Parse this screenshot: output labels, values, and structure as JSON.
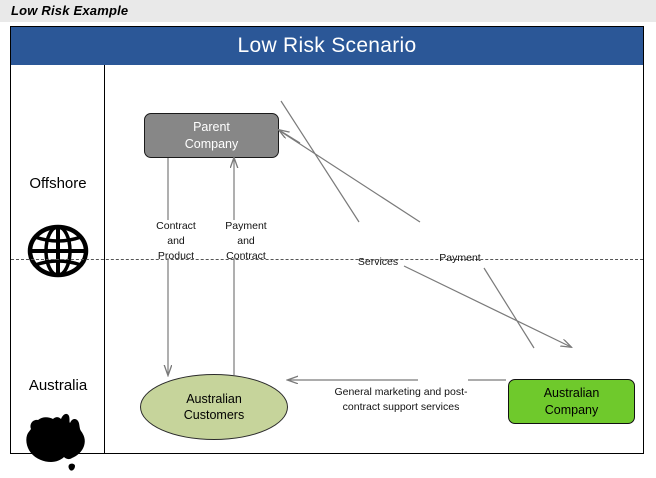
{
  "caption": {
    "text": "Low Risk Example"
  },
  "diagram": {
    "title": "Low Risk Scenario",
    "title_bar_color": "#2b5797",
    "regions": [
      {
        "key": "offshore",
        "label": "Offshore",
        "icon": "globe-icon"
      },
      {
        "key": "australia",
        "label": "Australia",
        "icon": "australia-map-icon"
      }
    ],
    "nodes": [
      {
        "key": "parent_company",
        "label": "Parent\nCompany",
        "line1": "Parent",
        "line2": "Company",
        "shape": "rounded-rect",
        "fill": "#878787",
        "text_color": "#ffffff"
      },
      {
        "key": "australian_company",
        "label": "Australian\nCompany",
        "line1": "Australian",
        "line2": "Company",
        "shape": "rounded-rect",
        "fill": "#6fc92c",
        "text_color": "#000000"
      },
      {
        "key": "australian_customers",
        "label": "Australian\nCustomers",
        "line1": "Australian",
        "line2": "Customers",
        "shape": "ellipse",
        "fill": "#c6d49b",
        "text_color": "#000000"
      }
    ],
    "edges": [
      {
        "key": "contract_and_product",
        "label": "Contract\nand\nProduct",
        "from": "parent_company",
        "to": "australian_customers"
      },
      {
        "key": "payment_and_contract",
        "label": "Payment\nand\nContract",
        "from": "australian_customers",
        "to": "parent_company"
      },
      {
        "key": "services",
        "label": "Services",
        "from": "parent_company",
        "to": "australian_company"
      },
      {
        "key": "payment",
        "label": "Payment",
        "from": "australian_company",
        "to": "parent_company"
      },
      {
        "key": "general_marketing",
        "label": "General marketing and post-contract support services",
        "from": "australian_company",
        "to": "australian_customers"
      }
    ],
    "separator": {
      "style": "dashed",
      "color": "#555555"
    }
  }
}
